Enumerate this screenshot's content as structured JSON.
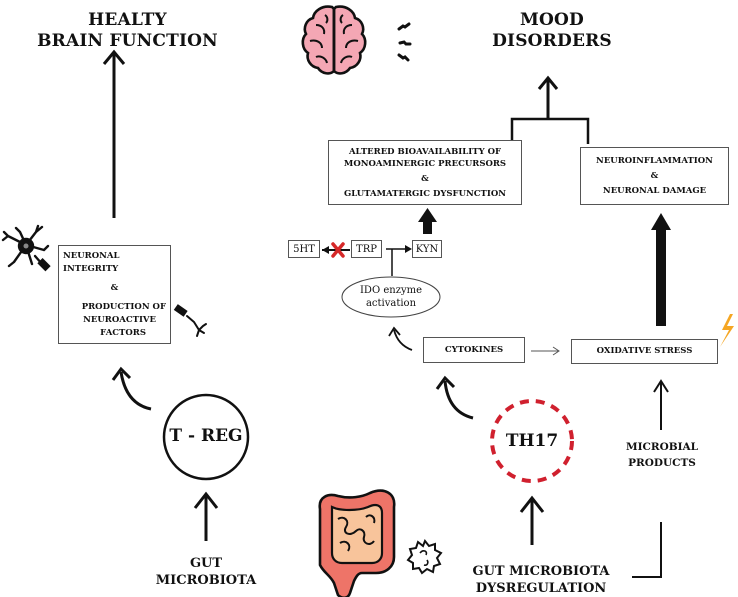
{
  "titles": {
    "healthy": [
      "HEALTY",
      "BRAIN FUNCTION"
    ],
    "mood": [
      "MOOD",
      "DISORDERS"
    ]
  },
  "boxes": {
    "neuronal": {
      "line1": "NEURONAL",
      "line2": "INTEGRITY",
      "amp": "&",
      "line3": "PRODUCTION OF",
      "line4": "NEUROACTIVE",
      "line5": "FACTORS"
    },
    "altered": {
      "line1": "ALTERED BIOAVAILABILITY OF",
      "line2": "MONOAMINERGIC PRECURSORS",
      "amp": "&",
      "line3": "GLUTAMATERGIC DYSFUNCTION"
    },
    "neuroinflammation": {
      "line1": "NEUROINFLAMMATION",
      "amp": "&",
      "line2": "NEURONAL DAMAGE"
    },
    "cytokines": "CYTOKINES",
    "oxidative": "OXIDATIVE STRESS"
  },
  "pathway": {
    "ht5": "5HT",
    "trp": "TRP",
    "kyn": "KYN",
    "ido": [
      "IDO enzyme",
      "activation"
    ]
  },
  "cells": {
    "treg": "T - REG",
    "th17": "TH17"
  },
  "labels": {
    "gut": [
      "GUT",
      "MICROBIOTA"
    ],
    "dysreg": [
      "GUT MICROBIOTA",
      "DYSREGULATION"
    ],
    "microbial": [
      "MICROBIAL",
      "PRODUCTS"
    ]
  },
  "colors": {
    "th17_dash": "#d0202e",
    "brain_fill": "#f4a7b4",
    "gut_outer": "#ee7468",
    "gut_inner": "#f8c49b",
    "bolt": "#f5a623",
    "block_x": "#d62828"
  },
  "icons": [
    "brain-icon",
    "neuron-icon",
    "bacteria-icon",
    "intestine-icon",
    "virus-icon",
    "lightning-icon",
    "block-x-icon"
  ]
}
